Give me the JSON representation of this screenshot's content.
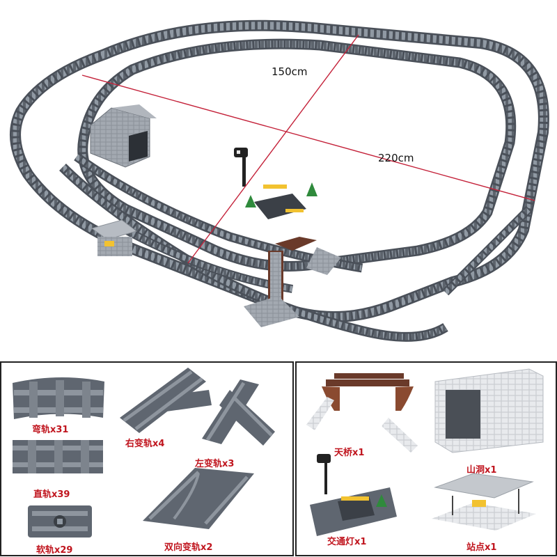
{
  "layout_photo": {
    "width_label": "150cm",
    "length_label": "220cm"
  },
  "parts": {
    "curved": "弯轨x31",
    "straight": "直轨x39",
    "flexible": "软轨x29",
    "right_switch": "右变轨x4",
    "left_switch": "左变轨x3",
    "double_switch": "双向变轨x2"
  },
  "accessories": {
    "bridge": "天桥x1",
    "tunnel": "山洞x1",
    "traffic_light": "交通灯x1",
    "station": "站点x1"
  },
  "colors": {
    "track": "#5f6670",
    "sleeper": "#8e959e",
    "measure_line": "#c4223a",
    "label": "#c0151e",
    "panel_border": "#222222"
  }
}
